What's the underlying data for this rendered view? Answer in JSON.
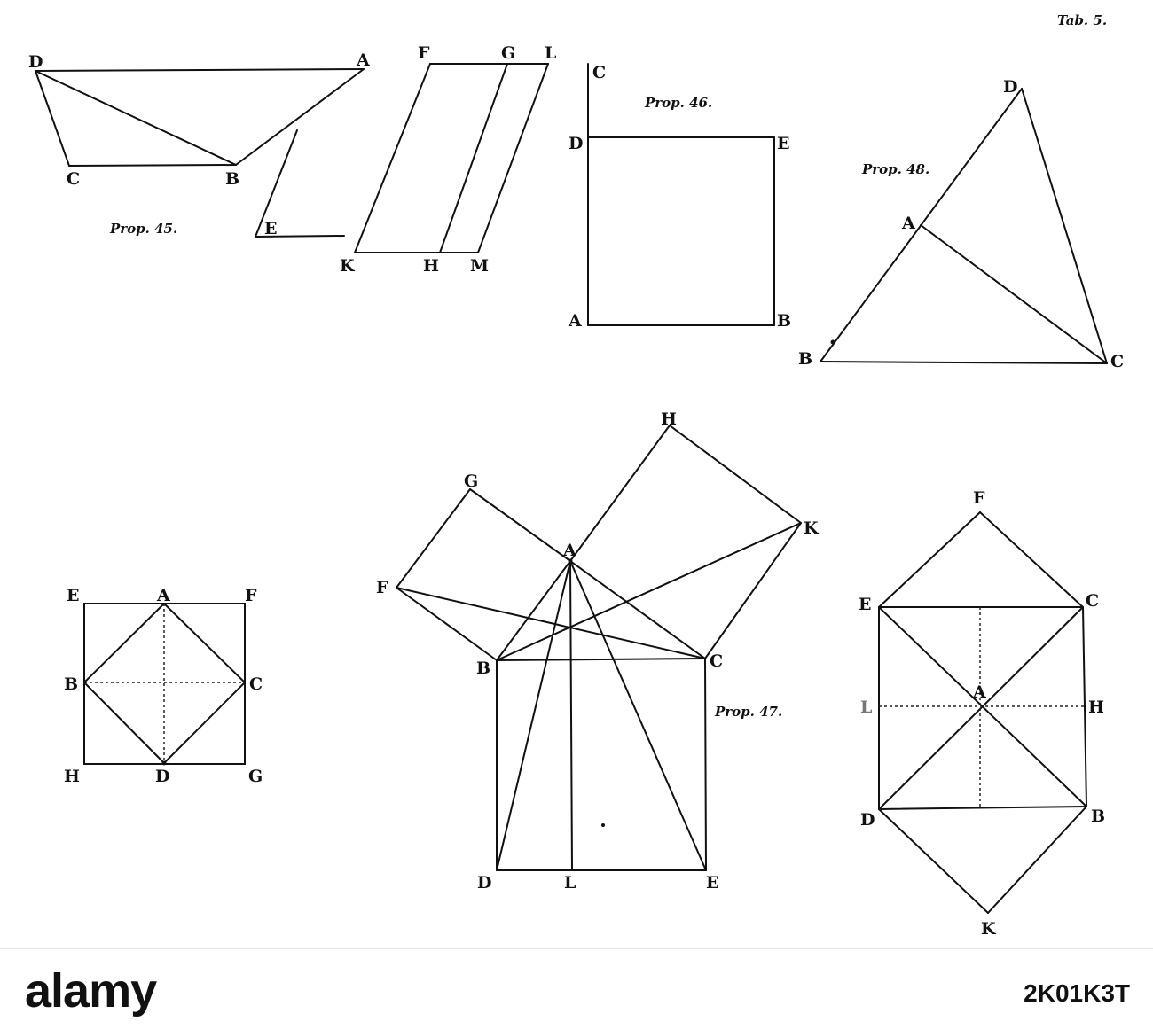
{
  "plate": {
    "tab_label": "Tab. 5.",
    "captions": {
      "prop45": "Prop. 45.",
      "prop46": "Prop. 46.",
      "prop47": "Prop. 47.",
      "prop48": "Prop. 48."
    },
    "prop45": {
      "trapezoid": [
        "D",
        "A",
        "B",
        "C"
      ],
      "parallelogram": [
        "F",
        "G",
        "L",
        "K",
        "H",
        "M"
      ],
      "angle": [
        "E"
      ]
    },
    "prop46": {
      "square": [
        "C",
        "D",
        "E",
        "A",
        "B"
      ]
    },
    "prop48": {
      "triangle": [
        "D",
        "A",
        "B",
        "C"
      ]
    },
    "inscribed_square": [
      "E",
      "A",
      "F",
      "B",
      "C",
      "H",
      "D",
      "G"
    ],
    "prop47": {
      "points": [
        "H",
        "G",
        "A",
        "K",
        "F",
        "B",
        "C",
        "D",
        "L",
        "E"
      ]
    },
    "hexagon": [
      "F",
      "E",
      "C",
      "L",
      "A",
      "H",
      "D",
      "B",
      "K"
    ]
  },
  "banner": {
    "logo": "alamy",
    "image_id": "2K01K3T"
  }
}
